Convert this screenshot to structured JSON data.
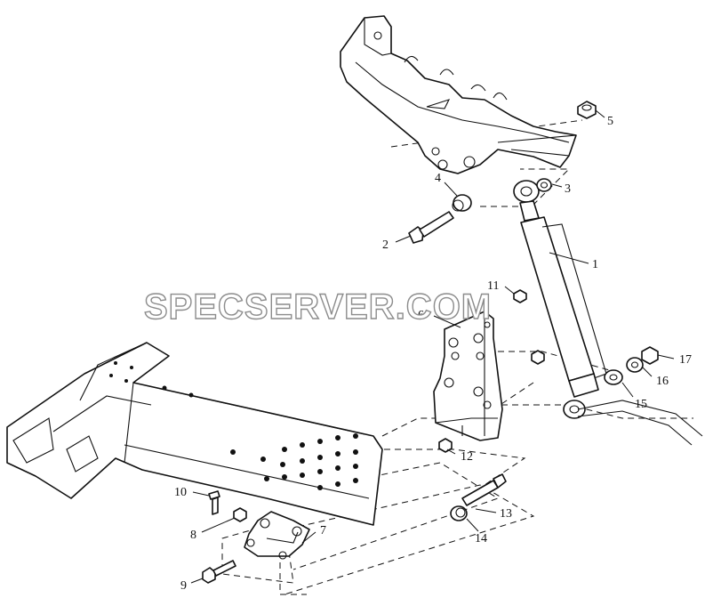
{
  "watermark": "SPECSERVER.COM",
  "callouts": [
    "1",
    "2",
    "3",
    "4",
    "5",
    "6",
    "7",
    "8",
    "9",
    "10",
    "11",
    "12",
    "13",
    "14",
    "15",
    "16",
    "17"
  ]
}
